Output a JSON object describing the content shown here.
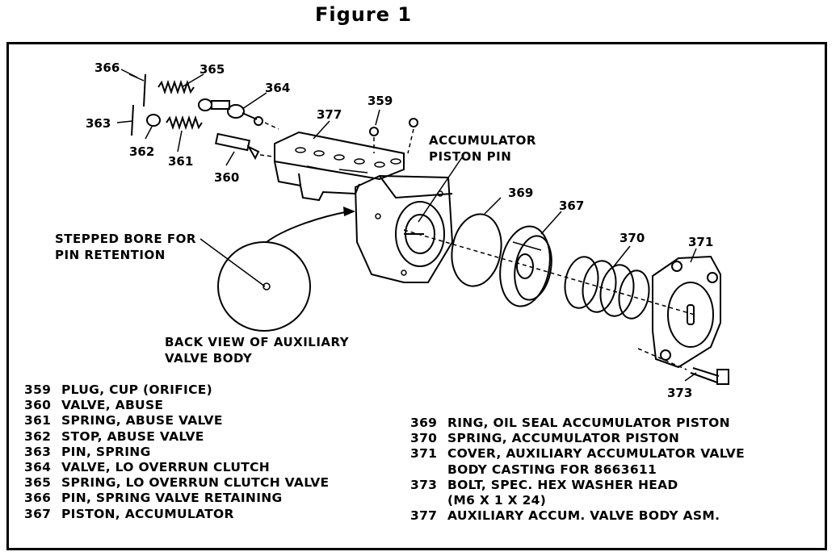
{
  "figure": {
    "title": "Figure 1"
  },
  "callouts": {
    "c366": "366",
    "c365": "365",
    "c364": "364",
    "c363": "363",
    "c362": "362",
    "c361": "361",
    "c360": "360",
    "c377": "377",
    "c359": "359",
    "c369": "369",
    "c367": "367",
    "c370": "370",
    "c371": "371",
    "c373": "373"
  },
  "annotations": {
    "accumulator_line1": "ACCUMULATOR",
    "accumulator_line2": "PISTON PIN",
    "stepped_line1": "STEPPED BORE FOR",
    "stepped_line2": "PIN RETENTION",
    "back_view_line1": "BACK VIEW OF AUXILIARY",
    "back_view_line2": "VALVE BODY"
  },
  "legend_left": [
    {
      "num": "359",
      "text": "PLUG, CUP (ORIFICE)"
    },
    {
      "num": "360",
      "text": "VALVE, ABUSE"
    },
    {
      "num": "361",
      "text": "SPRING, ABUSE VALVE"
    },
    {
      "num": "362",
      "text": "STOP, ABUSE VALVE"
    },
    {
      "num": "363",
      "text": "PIN, SPRING"
    },
    {
      "num": "364",
      "text": "VALVE, LO OVERRUN CLUTCH"
    },
    {
      "num": "365",
      "text": "SPRING, LO OVERRUN CLUTCH VALVE"
    },
    {
      "num": "366",
      "text": "PIN, SPRING VALVE RETAINING"
    },
    {
      "num": "367",
      "text": "PISTON, ACCUMULATOR"
    }
  ],
  "legend_right": [
    {
      "num": "369",
      "text": "RING, OIL SEAL ACCUMULATOR PISTON"
    },
    {
      "num": "370",
      "text": "SPRING, ACCUMULATOR PISTON"
    },
    {
      "num": "371",
      "text": "COVER, AUXILIARY ACCUMULATOR VALVE",
      "cont": "BODY CASTING FOR 8663611"
    },
    {
      "num": "373",
      "text": "BOLT, SPEC. HEX WASHER HEAD",
      "cont": "(M6 X 1 X 24)"
    },
    {
      "num": "377",
      "text": "AUXILIARY ACCUM. VALVE BODY ASM."
    }
  ]
}
